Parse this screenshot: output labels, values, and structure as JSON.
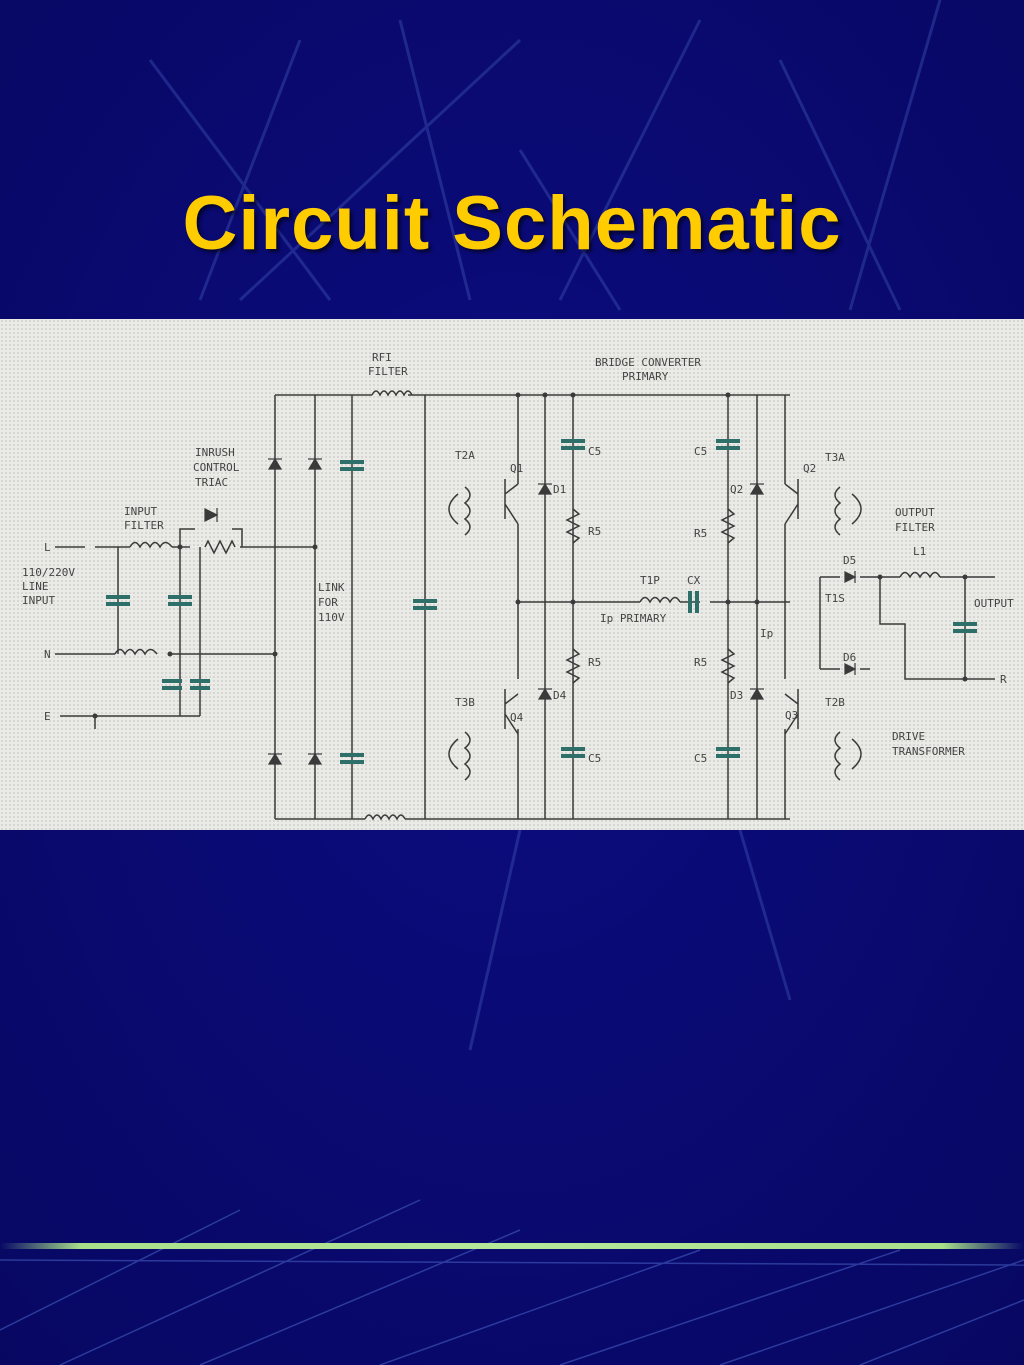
{
  "slide": {
    "title": "Circuit Schematic",
    "title_color": "#ffcc00",
    "background_color": "#0a0a6e",
    "accent_line_color": "#a8e08a"
  },
  "schematic": {
    "labels": {
      "rfi_filter_1": "RFI",
      "rfi_filter_2": "FILTER",
      "bridge_converter_1": "BRIDGE CONVERTER",
      "bridge_converter_2": "PRIMARY",
      "inrush_1": "INRUSH",
      "inrush_2": "CONTROL",
      "inrush_3": "TRIAC",
      "input_filter_1": "INPUT",
      "input_filter_2": "FILTER",
      "line_input_1": "110/220V",
      "line_input_2": "LINE",
      "line_input_3": "INPUT",
      "terminal_l": "L",
      "terminal_n": "N",
      "terminal_e": "E",
      "link_1": "LINK",
      "link_2": "FOR",
      "link_3": "110V",
      "t2a": "T2A",
      "q1": "Q1",
      "d1": "D1",
      "c5_a": "C5",
      "r5_a": "R5",
      "r5_b": "R5",
      "d4": "D4",
      "c5_b": "C5",
      "t3b": "T3B",
      "q4": "Q4",
      "t1p": "T1P",
      "cx": "CX",
      "ip_primary": "Ip PRIMARY",
      "c5_c": "C5",
      "q2_label": "Q2",
      "r5_c": "R5",
      "r5_d": "R5",
      "d3": "D3",
      "c5_d": "C5",
      "q2_top": "Q2",
      "t3a": "T3A",
      "q3": "Q3",
      "t2b": "T2B",
      "ip": "Ip",
      "output_filter_1": "OUTPUT",
      "output_filter_2": "FILTER",
      "l1": "L1",
      "d5": "D5",
      "t1s": "T1S",
      "d6": "D6",
      "output": "OUTPUT",
      "return": "R",
      "drive_1": "DRIVE",
      "drive_2": "TRANSFORMER"
    }
  }
}
